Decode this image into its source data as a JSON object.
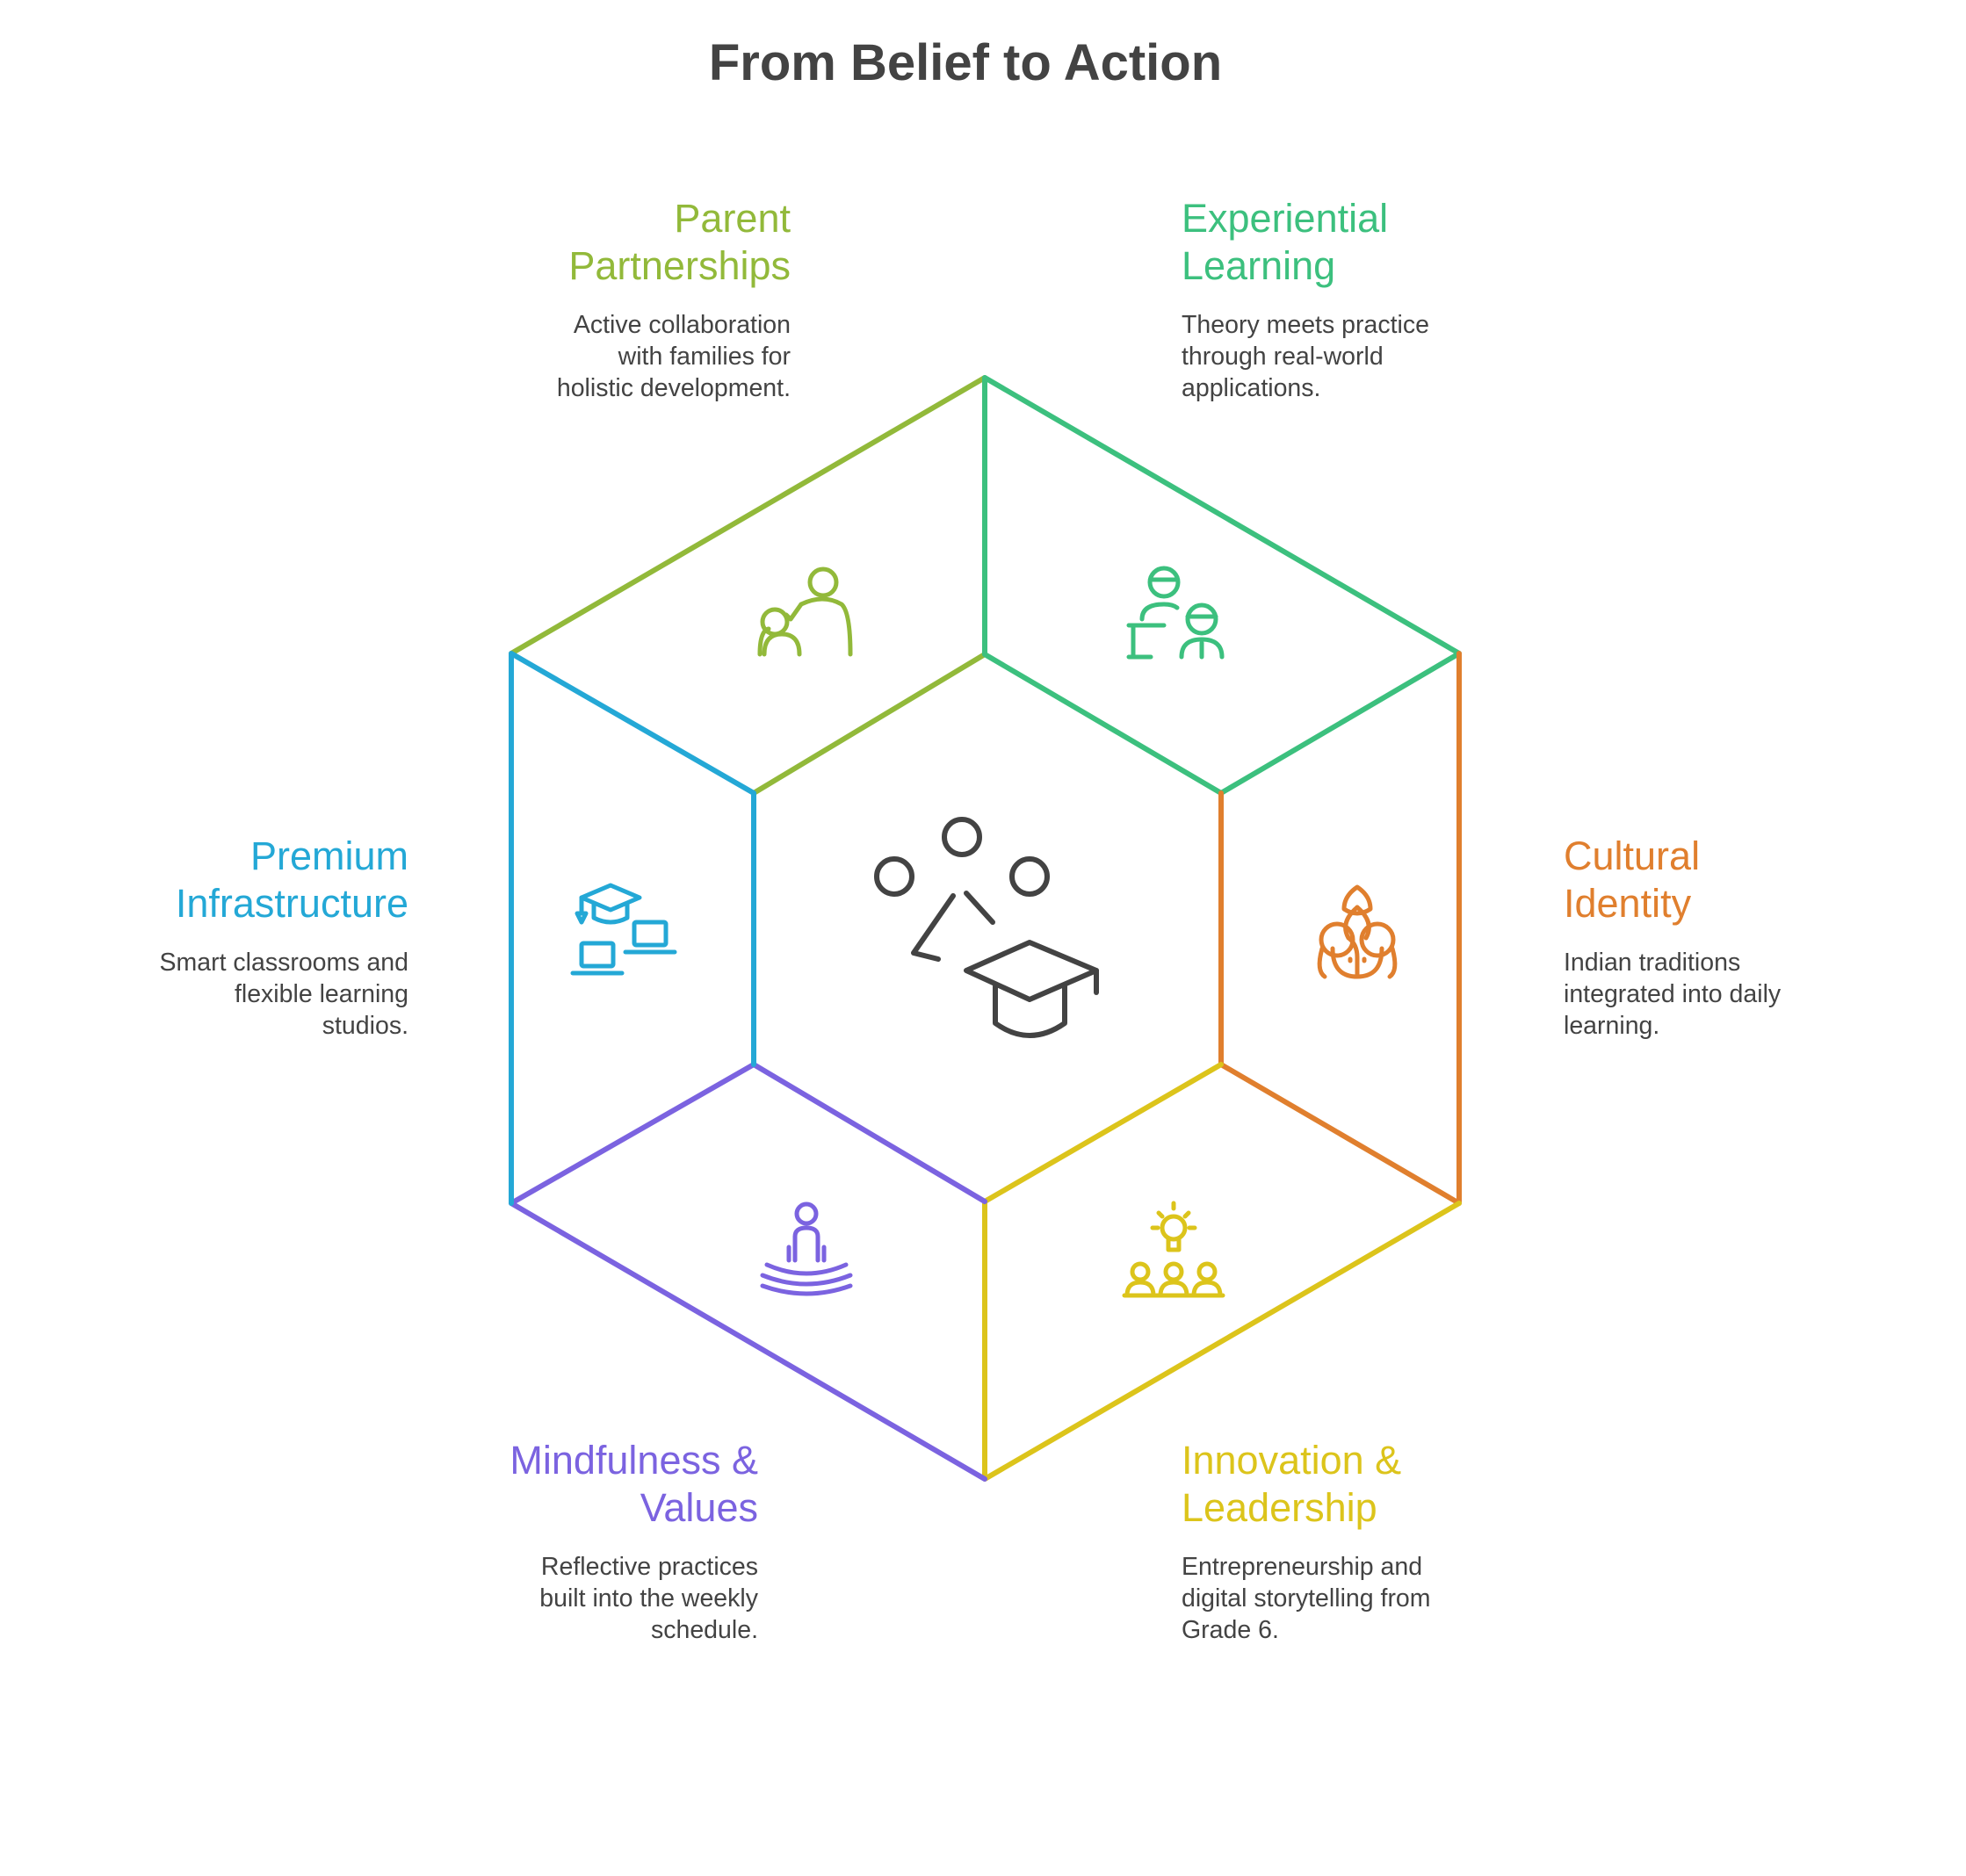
{
  "title": "From Belief to Action",
  "colors": {
    "green": "#92B93A",
    "teal": "#3CC07E",
    "orange": "#E07F2E",
    "yellow": "#DCC41B",
    "purple": "#7B63E0",
    "blue": "#24A8D6",
    "dark": "#434343"
  },
  "center": {
    "icon": "education-people-graduation-cap-icon"
  },
  "segments": [
    {
      "id": "parent",
      "heading_line1": "Parent",
      "heading_line2": "Partnerships",
      "desc_line1": "Active collaboration",
      "desc_line2": "with families for",
      "desc_line3": "holistic development.",
      "icon": "parent-child-icon",
      "color": "#92B93A"
    },
    {
      "id": "experiential",
      "heading_line1": "Experiential",
      "heading_line2": "Learning",
      "desc_line1": "Theory meets practice",
      "desc_line2": "through real-world",
      "desc_line3": "applications.",
      "icon": "teacher-student-icon",
      "color": "#3CC07E"
    },
    {
      "id": "cultural",
      "heading_line1": "Cultural",
      "heading_line2": "Identity",
      "desc_line1": "Indian traditions",
      "desc_line2": "integrated into daily",
      "desc_line3": "learning.",
      "icon": "traditional-woman-icon",
      "color": "#E07F2E"
    },
    {
      "id": "innovation",
      "heading_line1": "Innovation &",
      "heading_line2": "Leadership",
      "desc_line1": "Entrepreneurship and",
      "desc_line2": "digital storytelling from",
      "desc_line3": "Grade 6.",
      "icon": "lightbulb-team-icon",
      "color": "#DCC41B"
    },
    {
      "id": "mindfulness",
      "heading_line1": "Mindfulness &",
      "heading_line2": "Values",
      "desc_line1": "Reflective practices",
      "desc_line2": "built into the weekly",
      "desc_line3": "schedule.",
      "icon": "meditation-icon",
      "color": "#7B63E0"
    },
    {
      "id": "infrastructure",
      "heading_line1": "Premium",
      "heading_line2": "Infrastructure",
      "desc_line1": "Smart classrooms and",
      "desc_line2": "flexible learning",
      "desc_line3": "studios.",
      "icon": "graduation-laptops-icon",
      "color": "#24A8D6"
    }
  ]
}
